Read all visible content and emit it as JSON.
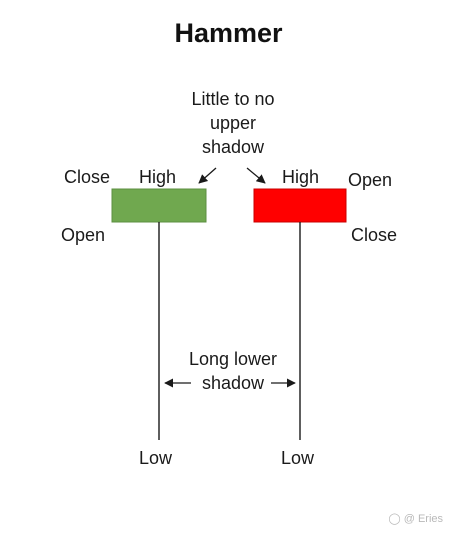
{
  "title": "Hammer",
  "upper_note": [
    "Little to no",
    "upper",
    "shadow"
  ],
  "lower_note": [
    "Long lower",
    "shadow"
  ],
  "bullish": {
    "top_left": "Close",
    "top_right": "High",
    "bottom_left": "Open",
    "bottom": "Low",
    "color": "#70A84F"
  },
  "bearish": {
    "top_left": "High",
    "top_right": "Open",
    "bottom_right": "Close",
    "bottom": "Low",
    "color": "#FF0000"
  },
  "watermark": "Eries"
}
